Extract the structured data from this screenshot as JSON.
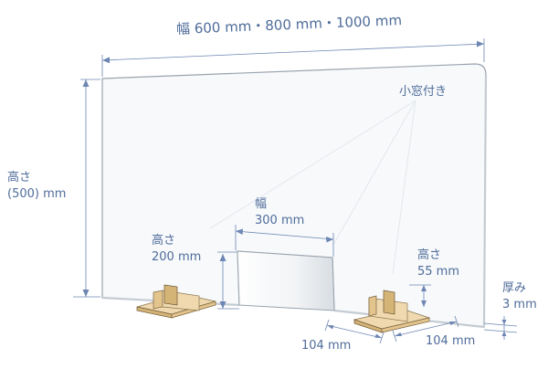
{
  "labels": {
    "width_total": "幅 600 mm・800 mm・1000 mm",
    "height_left_1": "高さ",
    "height_left_2": "(500) mm",
    "window_label": "小窓付き",
    "window_width_1": "幅",
    "window_width_2": "300 mm",
    "window_height_1": "高さ",
    "window_height_2": "200 mm",
    "foot_height_1": "高さ",
    "foot_height_2": "55 mm",
    "thickness_1": "厚み",
    "thickness_2": "3 mm",
    "foot_depth_left": "104 mm",
    "foot_depth_right": "104 mm"
  },
  "colors": {
    "label_text": "#4f6c9a",
    "dimension_line": "#6d86b3",
    "panel_fill": "#f7f9fb",
    "foot_wood": "#e3c48d"
  }
}
